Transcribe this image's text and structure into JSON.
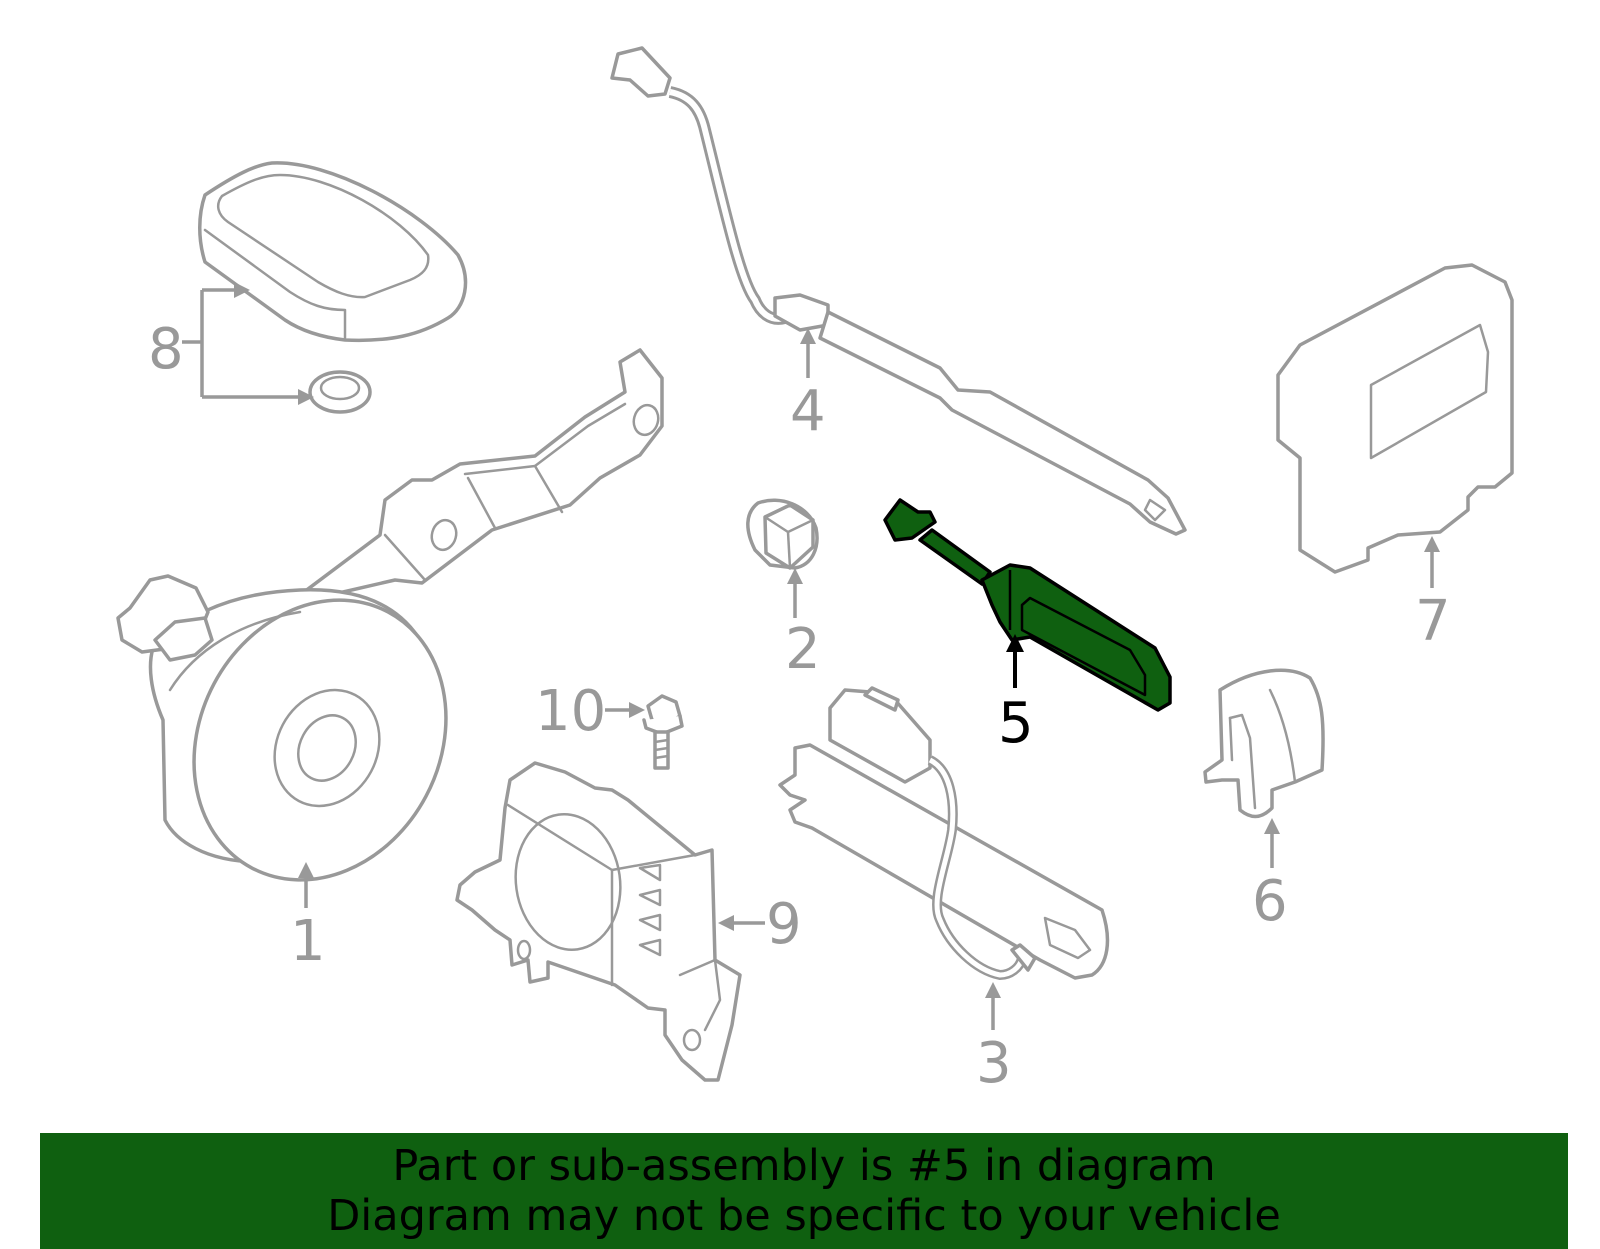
{
  "callouts": {
    "c1": "1",
    "c2": "2",
    "c3": "3",
    "c4": "4",
    "c5": "5",
    "c6": "6",
    "c7": "7",
    "c8": "8",
    "c9": "9",
    "c10": "10"
  },
  "highlighted_part": "5",
  "colors": {
    "highlight_fill": "#0f6010",
    "part_stroke": "#999999",
    "banner_background": "#0f6010",
    "banner_text": "#000000"
  },
  "banner": {
    "line1": "Part or sub-assembly is #5 in diagram",
    "line2": "Diagram may not be specific to your vehicle"
  }
}
